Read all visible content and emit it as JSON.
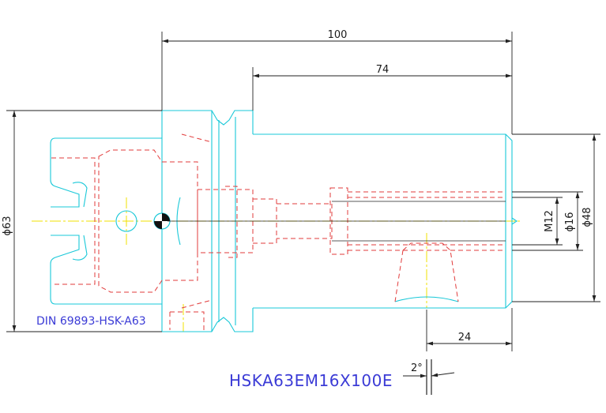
{
  "dimensions": {
    "overall_length": "100",
    "shank_length": "74",
    "flange_diameter": "ϕ63",
    "body_diameter": "ϕ48",
    "bore_diameter": "ϕ16",
    "thread": "M12",
    "clamp_offset": "24",
    "taper_angle": "2°"
  },
  "labels": {
    "standard": "DIN 69893-HSK-A63",
    "part_number": "HSKA63EM16X100E"
  },
  "colors": {
    "outline": "#19c8d8",
    "hidden": "#e23b3b",
    "centerline": "#f0e000",
    "dimension": "#222222",
    "label": "#3b3bd6"
  }
}
